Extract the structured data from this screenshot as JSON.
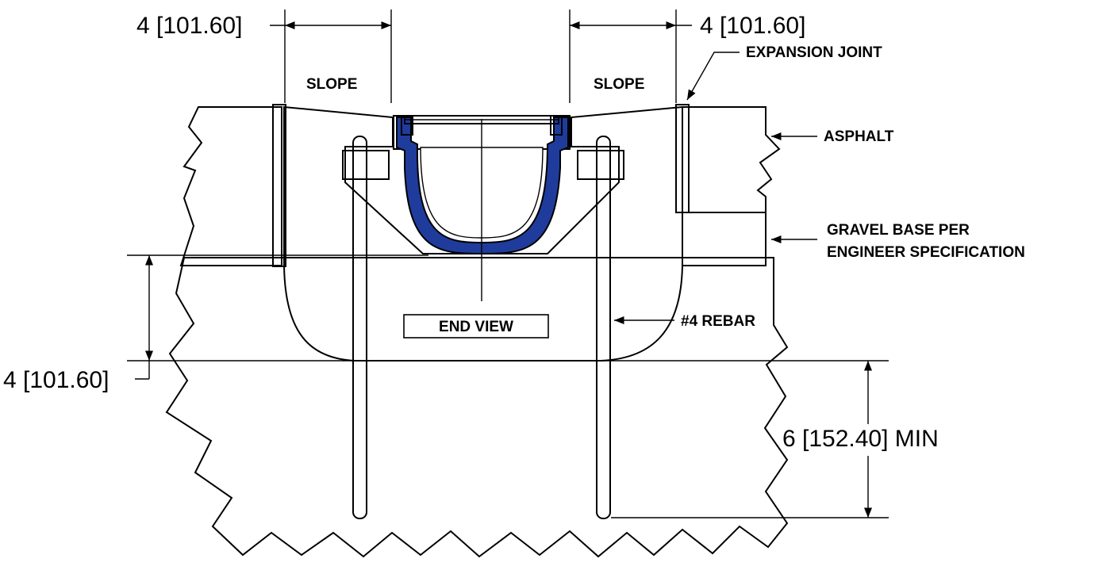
{
  "title_label": "END VIEW",
  "dimensions": {
    "top_left": "4 [101.60]",
    "top_right": "4 [101.60]",
    "side_left": "4 [101.60]",
    "depth_right": "6 [152.40] MIN"
  },
  "callouts": {
    "slope_left": "SLOPE",
    "slope_right": "SLOPE",
    "expansion_joint": "EXPANSION JOINT",
    "asphalt": "ASPHALT",
    "gravel_line1": "GRAVEL BASE PER",
    "gravel_line2": "ENGINEER SPECIFICATION",
    "rebar": "#4 REBAR"
  },
  "colors": {
    "blue": "#1f3c9c",
    "line": "#000000",
    "background": "#ffffff"
  }
}
